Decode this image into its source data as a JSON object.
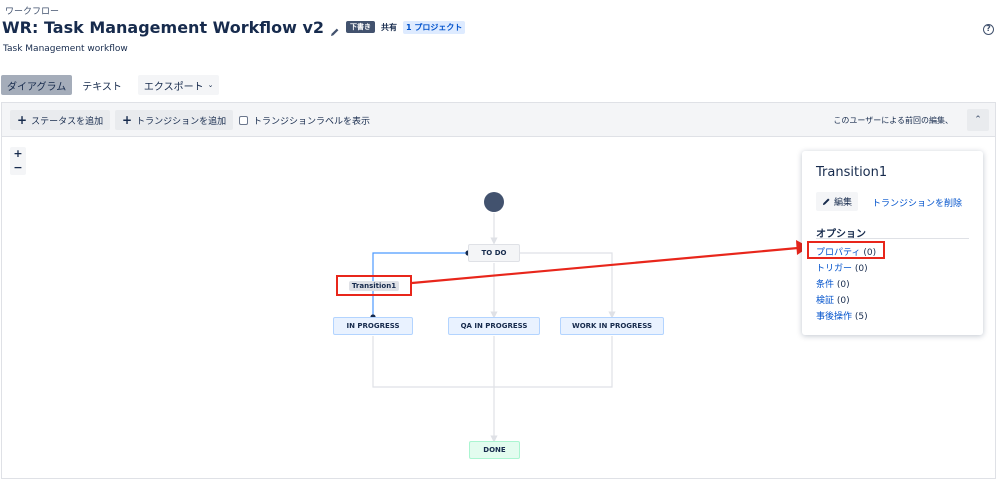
{
  "header": {
    "breadcrumb": "ワークフロー",
    "title": "WR: Task Management Workflow v2",
    "draft_badge": "下書き",
    "shared_label": "共有",
    "shared_link": "1 プロジェクト",
    "description": "Task Management workflow",
    "help_icon": "?"
  },
  "view_tabs": {
    "diagram": "ダイアグラム",
    "text": "テキスト",
    "export": "エクスポート",
    "export_chevron": "⌄"
  },
  "toolbar": {
    "add_status": "ステータスを追加",
    "add_transition": "トランジションを追加",
    "plus_icon": "+",
    "show_labels": "トランジションラベルを表示",
    "last_edit": "このユーザーによる前回の編集、",
    "collapse_icon": "⌃"
  },
  "zoom": {
    "in": "+",
    "out": "−"
  },
  "diagram": {
    "statuses": {
      "todo": "TO DO",
      "in_progress": "IN PROGRESS",
      "qa_in_progress": "QA IN PROGRESS",
      "work_in_progress": "WORK IN PROGRESS",
      "done": "DONE"
    },
    "transition_label": "Transition1"
  },
  "panel": {
    "title": "Transition1",
    "edit": "編集",
    "delete": "トランジションを削除",
    "options_heading": "オプション",
    "options": [
      {
        "label": "プロパティ",
        "count": " (0)"
      },
      {
        "label": "トリガー",
        "count": " (0)"
      },
      {
        "label": "条件",
        "count": " (0)"
      },
      {
        "label": "検証",
        "count": " (0)"
      },
      {
        "label": "事後操作",
        "count": " (5)"
      }
    ]
  },
  "colors": {
    "link": "#0052cc",
    "annotation": "#e8261b",
    "start_circle": "#42526e"
  }
}
